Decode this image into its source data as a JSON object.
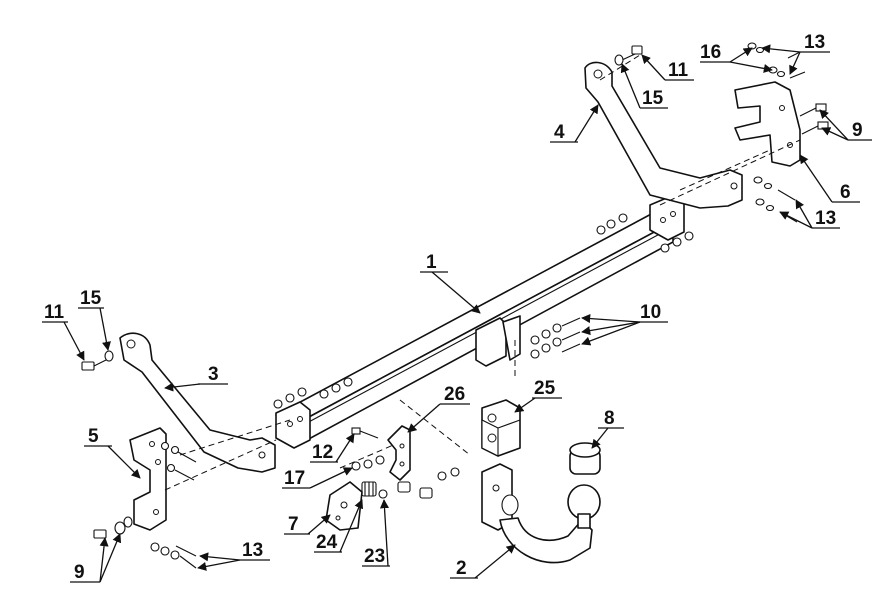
{
  "labels": {
    "p1": "1",
    "p2": "2",
    "p3": "3",
    "p4": "4",
    "p5": "5",
    "p6": "6",
    "p7": "7",
    "p8": "8",
    "p9_left": "9",
    "p9_right": "9",
    "p10": "10",
    "p11_left": "11",
    "p11_right": "11",
    "p12": "12",
    "p13_top": "13",
    "p13_right": "13",
    "p13_bottom": "13",
    "p15_left": "15",
    "p15_right": "15",
    "p16": "16",
    "p17": "17",
    "p23": "23",
    "p24": "24",
    "p25": "25",
    "p26": "26"
  }
}
